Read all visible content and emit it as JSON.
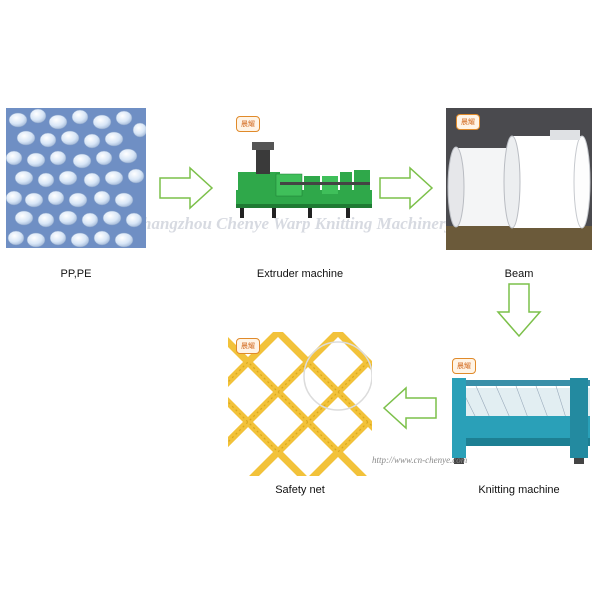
{
  "steps": {
    "pellets": {
      "label": "PP,PE"
    },
    "extruder": {
      "label": "Extruder machine"
    },
    "beam": {
      "label": "Beam"
    },
    "knitting": {
      "label": "Knitting machine"
    },
    "net": {
      "label": "Safety net"
    }
  },
  "watermark": "Changzhou Chenye Warp Knitting Machinery Co.,Ltd",
  "url": "http://www.cn-chenye.com",
  "colors": {
    "arrow_stroke": "#7cc04a",
    "arrow_fill": "#ffffff",
    "net": "#f2c23a",
    "machine_green": "#2fa84a"
  }
}
